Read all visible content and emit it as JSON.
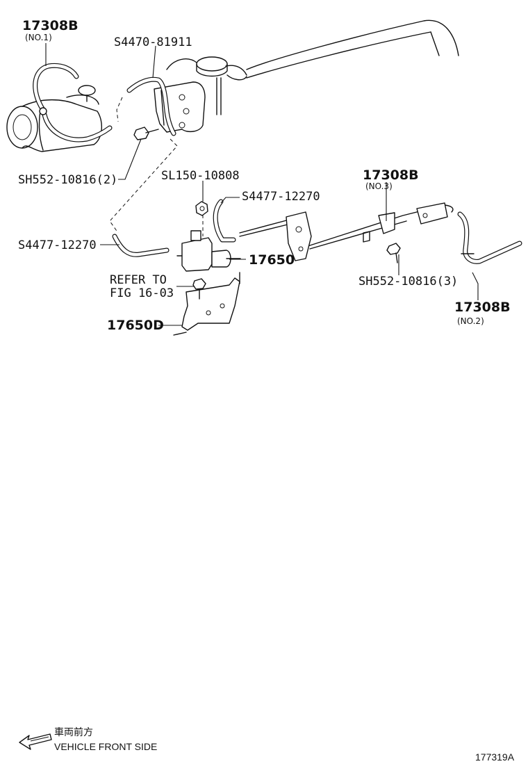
{
  "labels": {
    "part_17308b_no1": "17308B",
    "sub_no1": "(NO.1)",
    "s4470_81911": "S4470-81911",
    "sh552_10816_2": "SH552-10816(2)",
    "sl150_10808": "SL150-10808",
    "s4477_12270_a": "S4477-12270",
    "s4477_12270_b": "S4477-12270",
    "part_17650": "17650",
    "refer_to": "REFER TO",
    "fig_ref": "FIG 16-03",
    "part_17650d": "17650D",
    "part_17308b_no3": "17308B",
    "sub_no3": "(NO.3)",
    "sh552_10816_3": "SH552-10816(3)",
    "part_17308b_no2": "17308B",
    "sub_no2": "(NO.2)"
  },
  "footer": {
    "front_side_jp": "車両前方",
    "front_side_en": "VEHICLE FRONT SIDE",
    "figure_id": "177319A"
  },
  "icons": {
    "front_arrow": "arrow-left-icon"
  }
}
